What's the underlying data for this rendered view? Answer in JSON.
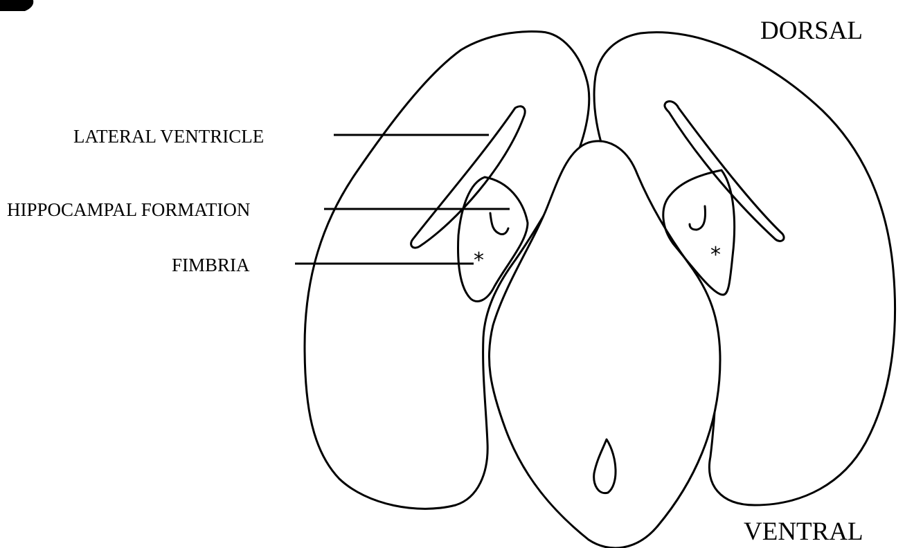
{
  "orientation": {
    "top": "DORSAL",
    "bottom": "VENTRAL"
  },
  "labels": {
    "lateral_ventricle": "LATERAL VENTRICLE",
    "hippocampal_formation": "HIPPOCAMPAL FORMATION",
    "fimbria": "FIMBRIA"
  },
  "markers": {
    "fimbria_marker": "*"
  },
  "colors": {
    "line": "#000000",
    "background": "#ffffff"
  }
}
